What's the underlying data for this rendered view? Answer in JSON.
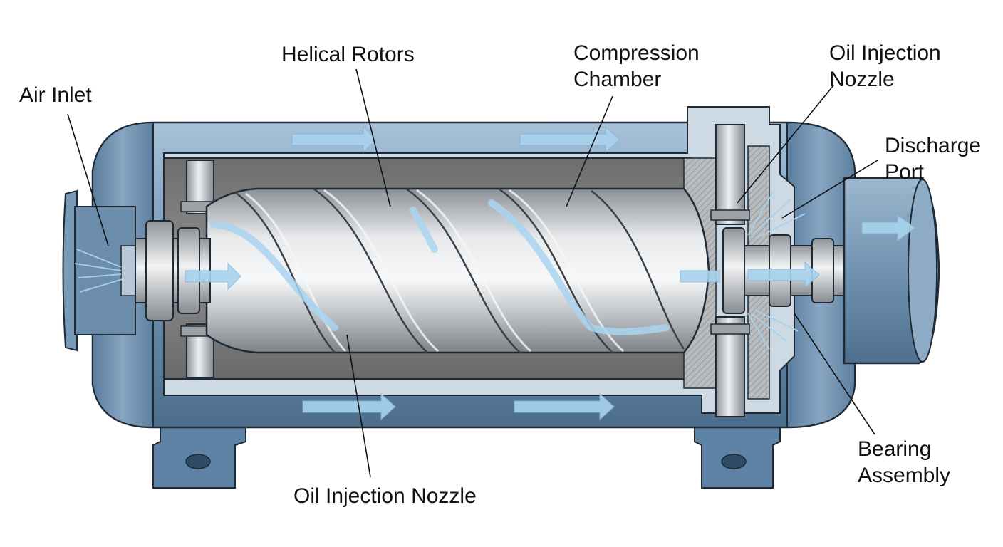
{
  "labels": {
    "air_inlet": "Air Inlet",
    "helical_rotors": "Helical Rotors",
    "compression_chamber": [
      "Compression",
      "Chamber"
    ],
    "oil_injection_nozzle_top": [
      "Oil Injection",
      "Nozzle"
    ],
    "discharge_port": [
      "Discharge",
      "Port"
    ],
    "bearing_assembly": [
      "Bearing",
      "Assembly"
    ],
    "oil_injection_nozzle_bottom": "Oil Injection Nozzle"
  },
  "colors": {
    "housing": "#6f93b3",
    "housing_light": "#9db9d1",
    "housing_dark": "#3e5f7e",
    "flow_arrow": "#a9d3ee",
    "rotor": "#c9ccd0",
    "chamber": "#858585",
    "outline": "#1e2a36"
  }
}
